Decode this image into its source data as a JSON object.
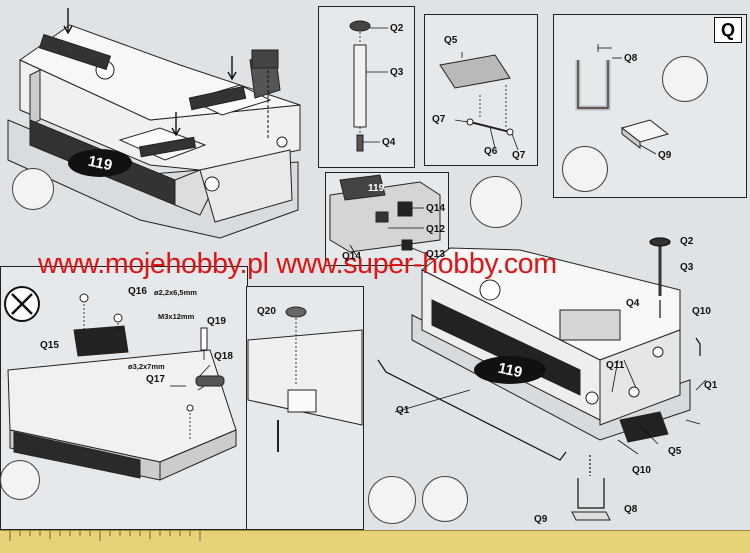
{
  "page": {
    "letter": "Q"
  },
  "watermark": {
    "text": "www.mojehobby.pl www.super-hobby.com"
  },
  "emblem": {
    "number": "119"
  },
  "parts": {
    "q1": "Q1",
    "q2": "Q2",
    "q3": "Q3",
    "q4": "Q4",
    "q5": "Q5",
    "q6": "Q6",
    "q7": "Q7",
    "q8": "Q8",
    "q9": "Q9",
    "q10": "Q10",
    "q11": "Q11",
    "q12": "Q12",
    "q13": "Q13",
    "q14": "Q14",
    "q15": "Q15",
    "q16": "Q16",
    "q17": "Q17",
    "q18": "Q18",
    "q19": "Q19",
    "q20": "Q20"
  },
  "screws": {
    "q16": "ø2,2x6,5mm",
    "q19": "M3x12mm",
    "q17": "ø3,2x7mm"
  },
  "icons": [
    "no-glue-icon",
    "pliers-icon",
    "cutter-icon",
    "hand-icon"
  ]
}
